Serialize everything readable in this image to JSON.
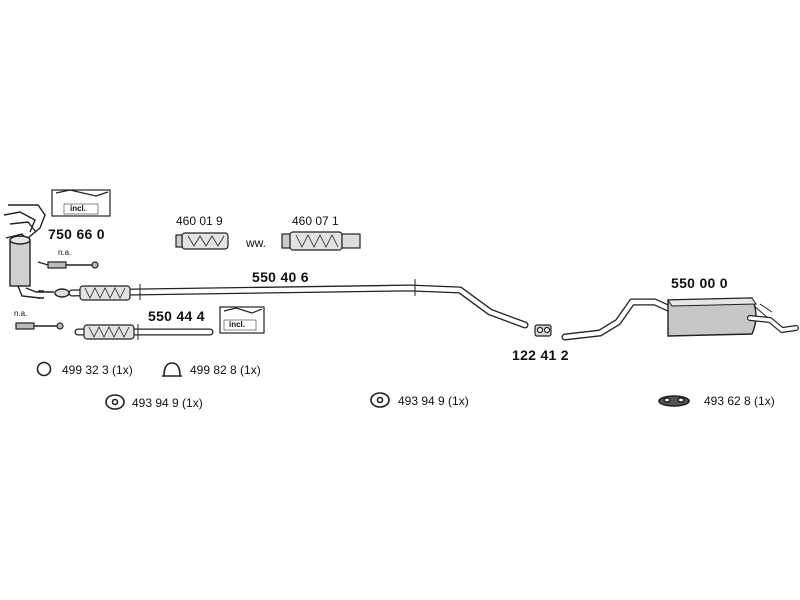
{
  "parts": {
    "manifold_cat": "750 66 0",
    "gasket_a": "460 01 9",
    "gasket_b": "460 07 1",
    "ww": "ww.",
    "front_pipe": "550 40 6",
    "flex_pipe": "550 44 4",
    "clamp": "122 41 2",
    "rear_silencer": "550 00 0"
  },
  "badges": {
    "incl_1": "incl.",
    "incl_2": "incl.",
    "na_1": "n.a.",
    "na_2": "n.a."
  },
  "hardware": {
    "ring": "499 32 3 (1x)",
    "clip": "499 82 8 (1x)",
    "mount_left": "493 94 9 (1x)",
    "mount_mid": "493 94 9 (1x)",
    "mount_right": "493 62 8 (1x)"
  }
}
